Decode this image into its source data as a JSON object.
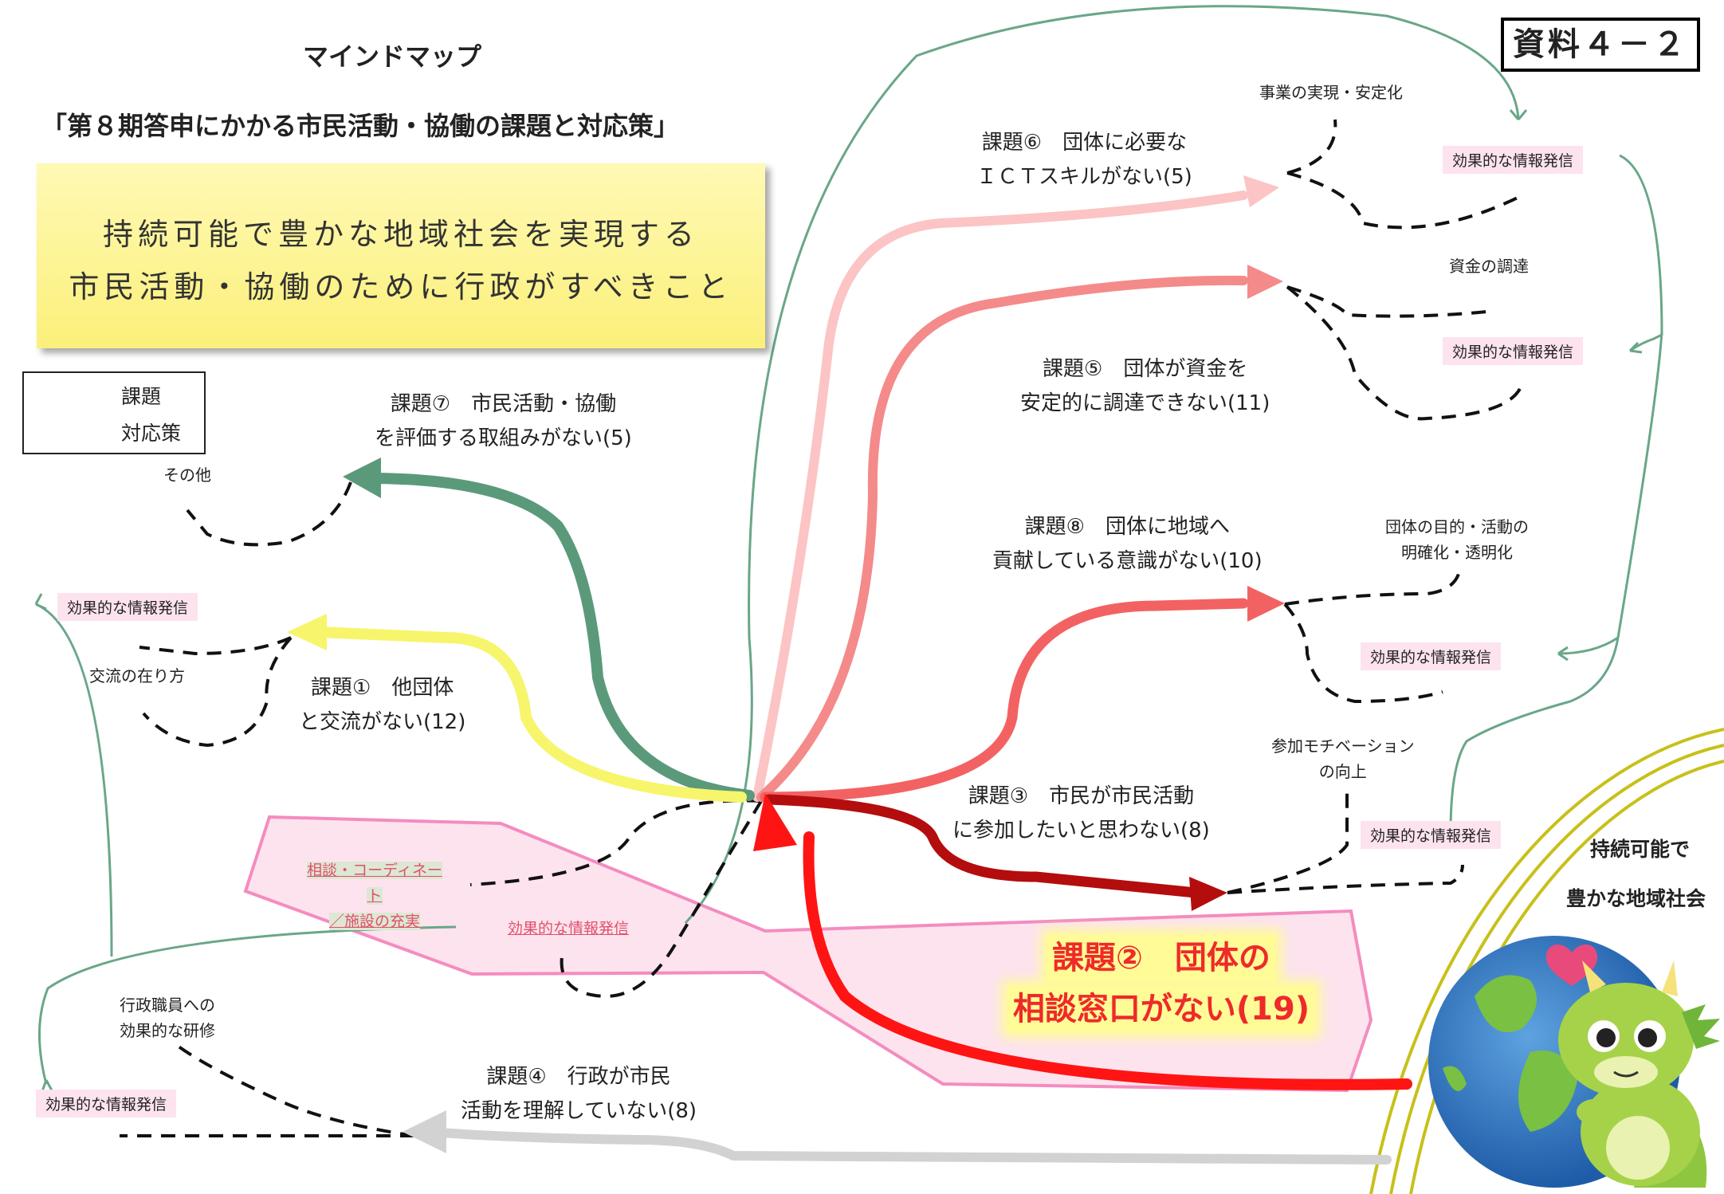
{
  "document_id": "資料４－２",
  "title_line1": "マインドマップ",
  "title_line2": "「第８期答申にかかる市民活動・協働の課題と対応策」",
  "theme": {
    "line1": "持続可能で豊かな地域社会を実現する",
    "line2": "市民活動・協働のために行政がすべきこと"
  },
  "legend": {
    "issue": "課題",
    "countermeasure": "対応策"
  },
  "issues": {
    "issue1": {
      "line1": "課題①　他団体",
      "line2": "と交流がない(12)"
    },
    "issue2": {
      "line1": "課題②　団体の",
      "line2": "相談窓口がない(19)"
    },
    "issue3": {
      "line1": "課題③　市民が市民活動",
      "line2": "に参加したいと思わない(8)"
    },
    "issue4": {
      "line1": "課題④　行政が市民",
      "line2": "活動を理解していない(8)"
    },
    "issue5": {
      "line1": "課題⑤　団体が資金を",
      "line2": "安定的に調達できない(11)"
    },
    "issue6": {
      "line1": "課題⑥　団体に必要な",
      "line2": "ＩＣＴスキルがない(5)"
    },
    "issue7": {
      "line1": "課題⑦　市民活動・協働",
      "line2": "を評価する取組みがない(5)"
    },
    "issue8": {
      "line1": "課題⑧　団体に地域へ",
      "line2": "貢献している意識がない(10)"
    }
  },
  "measures": {
    "other": "その他",
    "exchange": "交流の在り方",
    "consult_line1": "相談・コーディネート",
    "consult_line2": "／施設の充実",
    "staff_training_line1": "行政職員への",
    "staff_training_line2": "効果的な研修",
    "participation_line1": "参加モチベーション",
    "participation_line2": "の向上",
    "purpose_line1": "団体の目的・活動の",
    "purpose_line2": "明確化・透明化",
    "funding": "資金の調達",
    "business": "事業の実現・安定化",
    "info": "効果的な情報発信"
  },
  "goal": {
    "line1": "持続可能で",
    "line2": "豊かな地域社会"
  },
  "colors": {
    "issue1": "#f7f56b",
    "issue2": "#ff1414",
    "issue3": "#b40d0d",
    "issue4": "#d2d2d2",
    "issue5": "#f48a8a",
    "issue6": "#fcc4c4",
    "issue7": "#5a9a7a",
    "issue8": "#f36262",
    "info_connector": "#6aa688",
    "consult_region": "#f48cbf",
    "info_tag_bg": "#fde3ee",
    "goal_arcs": "#c8c01a"
  }
}
